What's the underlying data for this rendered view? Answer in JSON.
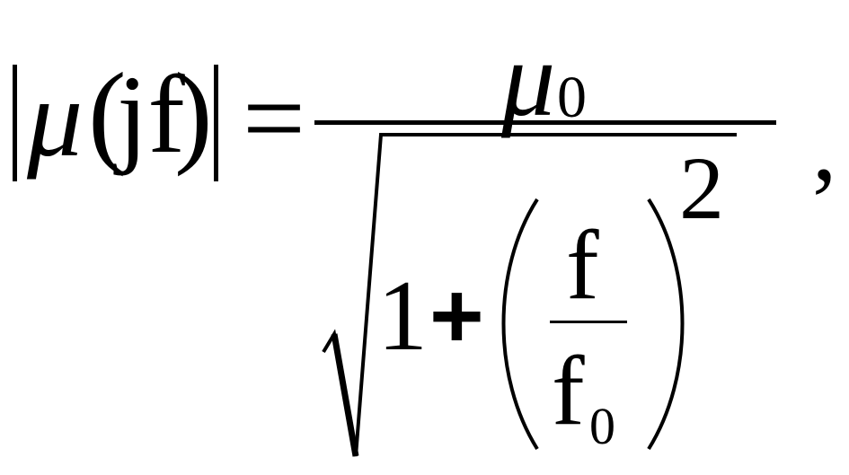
{
  "formula": {
    "lhs": {
      "symbol": "μ",
      "open_paren": "(",
      "argument": "jf",
      "close_paren": ")"
    },
    "equals": "=",
    "numerator": {
      "symbol": "μ",
      "subscript": "0"
    },
    "denominator": {
      "one": "1",
      "plus": "+",
      "inner_numerator": "f",
      "inner_denominator": "f",
      "inner_denominator_subscript": "0",
      "exponent": "2"
    },
    "trailing": ","
  }
}
